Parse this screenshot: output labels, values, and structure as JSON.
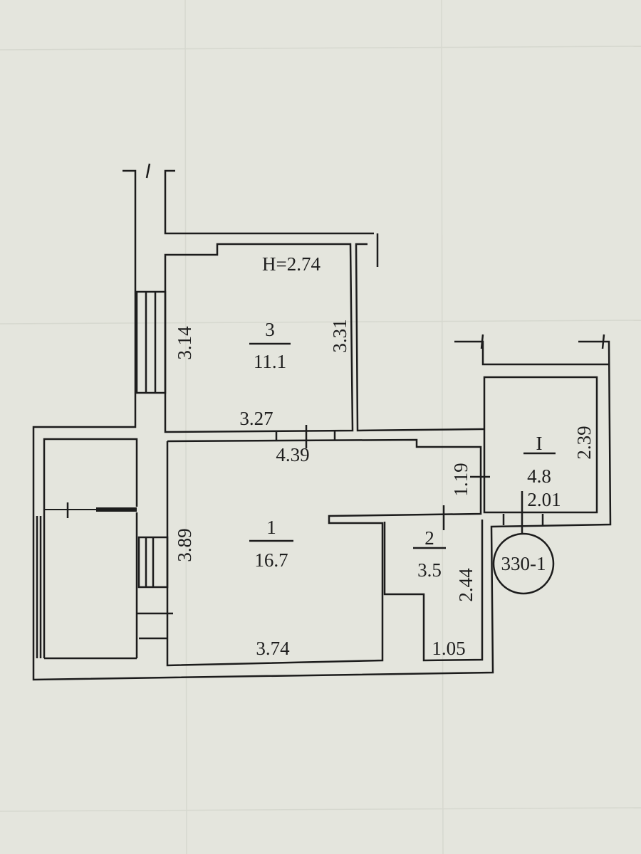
{
  "plan": {
    "ceiling_height": "H=2.74",
    "apartment_label": "330-1",
    "rooms": [
      {
        "number": "1",
        "area": "16.7"
      },
      {
        "number": "2",
        "area": "3.5"
      },
      {
        "number": "3",
        "area": "11.1"
      },
      {
        "number": "I",
        "area": "4.8"
      }
    ],
    "dimensions": {
      "room3_left": "3.14",
      "room3_right": "3.31",
      "room3_bottom": "3.27",
      "room1_top": "4.39",
      "room1_left": "3.89",
      "room1_bottom": "3.74",
      "hall_opening": "1.19",
      "roomI_right": "2.39",
      "roomI_bottom": "2.01",
      "room2_right": "2.44",
      "room2_bottom": "1.05"
    }
  }
}
